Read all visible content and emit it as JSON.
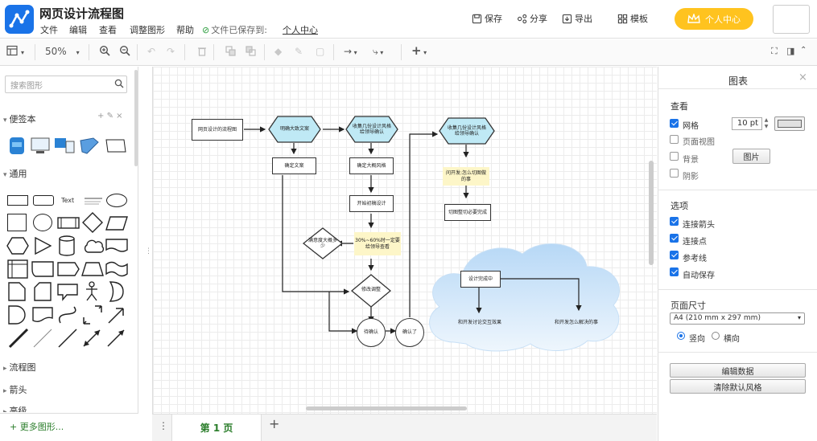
{
  "header": {
    "app_title": "网页设计流程图",
    "menu": [
      "文件",
      "编辑",
      "查看",
      "调整图形",
      "帮助"
    ],
    "save_status": "文件已保存到:",
    "save_location": "个人中心",
    "buttons": {
      "save": "保存",
      "share": "分享",
      "export": "导出",
      "template": "模板"
    },
    "vip": "个人中心"
  },
  "toolbar": {
    "zoom": "50%"
  },
  "left_panel": {
    "search_placeholder": "搜索图形",
    "sections": {
      "scratchpad": "便签本",
      "general": "通用",
      "flowchart": "流程图",
      "arrows": "箭头",
      "advanced": "高级"
    },
    "text_shape": "Text",
    "more_shapes": "更多图形..."
  },
  "diagram": {
    "n1": "网页设计的流程图",
    "n2": "明确大致文案",
    "n3": "收集几份设计风格给领导确认",
    "n4": "确定文案",
    "n5": "确定大概风格",
    "n6": "开始初稿设计",
    "n7": "满意度大概多少",
    "n8": "30%~60%时一定要给领导查看",
    "n9": "修改调整",
    "n10": "待确认",
    "n11": "确认了",
    "n12": "收集几份设计风格给领导确认",
    "n13": "问开发:怎么切图做的事",
    "n14": "切图整切必要完成",
    "n15": "设计完成中",
    "n16": "和开发讨论交互效果",
    "n17": "和开发怎么解决的事"
  },
  "tabs": {
    "page1": "第 1 页"
  },
  "right_panel": {
    "title": "图表",
    "view_section": "查看",
    "grid": "网格",
    "grid_size": "10 pt",
    "page_view": "页面视图",
    "background": "背景",
    "image_button": "图片",
    "shadow": "阴影",
    "options_section": "选项",
    "connection_arrows": "连接箭头",
    "connection_points": "连接点",
    "guides": "参考线",
    "autosave": "自动保存",
    "page_size_section": "页面尺寸",
    "page_size": "A4 (210 mm x 297 mm)",
    "portrait": "竖向",
    "landscape": "横向",
    "edit_data": "编辑数据",
    "clear_style": "清除默认风格"
  },
  "colors": {
    "accent": "#1a73e8",
    "vip": "#ffc31f",
    "node_fill": "#bfe9f5",
    "cloud": "#cfe4f7",
    "note": "#fdf6c8"
  }
}
